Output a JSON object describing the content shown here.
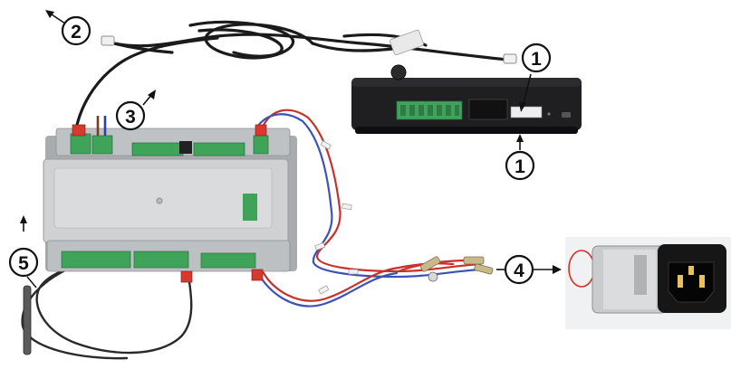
{
  "callouts": [
    {
      "id": "callout-1-top",
      "label": "1"
    },
    {
      "id": "callout-1-bottom",
      "label": "1"
    },
    {
      "id": "callout-2",
      "label": "2"
    },
    {
      "id": "callout-3",
      "label": "3"
    },
    {
      "id": "callout-4",
      "label": "4"
    },
    {
      "id": "callout-5",
      "label": "5"
    }
  ],
  "colors": {
    "housing": "#cfd1d3",
    "housing_dark": "#a9acaf",
    "terminal_green": "#3fa35a",
    "cable_black": "#1b1b1b",
    "wire_red": "#c8302b",
    "wire_blue": "#3d52b5",
    "keypad_body": "#1f1f22",
    "filter_silver": "#c9cbcd",
    "inlet_black": "#161616"
  }
}
